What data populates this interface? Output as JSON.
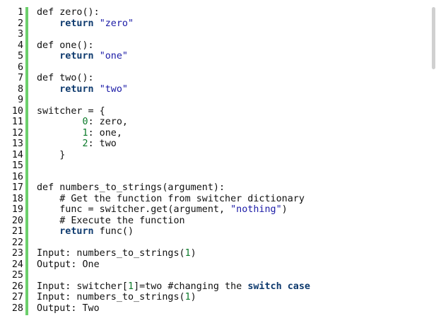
{
  "editor": {
    "line_numbers": [
      "1",
      "2",
      "3",
      "4",
      "5",
      "6",
      "7",
      "8",
      "9",
      "10",
      "11",
      "12",
      "13",
      "14",
      "15",
      "16",
      "17",
      "18",
      "19",
      "20",
      "21",
      "22",
      "23",
      "24",
      "25",
      "26",
      "27",
      "28"
    ],
    "lines": [
      [
        {
          "t": "def zero():",
          "c": ""
        }
      ],
      [
        {
          "t": "    ",
          "c": ""
        },
        {
          "t": "return",
          "c": "kw"
        },
        {
          "t": " ",
          "c": ""
        },
        {
          "t": "\"zero\"",
          "c": "str"
        }
      ],
      [],
      [
        {
          "t": "def one():",
          "c": ""
        }
      ],
      [
        {
          "t": "    ",
          "c": ""
        },
        {
          "t": "return",
          "c": "kw"
        },
        {
          "t": " ",
          "c": ""
        },
        {
          "t": "\"one\"",
          "c": "str"
        }
      ],
      [],
      [
        {
          "t": "def two():",
          "c": ""
        }
      ],
      [
        {
          "t": "    ",
          "c": ""
        },
        {
          "t": "return",
          "c": "kw"
        },
        {
          "t": " ",
          "c": ""
        },
        {
          "t": "\"two\"",
          "c": "str"
        }
      ],
      [],
      [
        {
          "t": "switcher = {",
          "c": ""
        }
      ],
      [
        {
          "t": "        ",
          "c": ""
        },
        {
          "t": "0",
          "c": "num"
        },
        {
          "t": ": zero,",
          "c": ""
        }
      ],
      [
        {
          "t": "        ",
          "c": ""
        },
        {
          "t": "1",
          "c": "num"
        },
        {
          "t": ": one,",
          "c": ""
        }
      ],
      [
        {
          "t": "        ",
          "c": ""
        },
        {
          "t": "2",
          "c": "num"
        },
        {
          "t": ": two",
          "c": ""
        }
      ],
      [
        {
          "t": "    }",
          "c": ""
        }
      ],
      [],
      [],
      [
        {
          "t": "def numbers_to_strings(argument):",
          "c": ""
        }
      ],
      [
        {
          "t": "    # Get the function from switcher dictionary",
          "c": ""
        }
      ],
      [
        {
          "t": "    func = switcher.get(argument, ",
          "c": ""
        },
        {
          "t": "\"nothing\"",
          "c": "str"
        },
        {
          "t": ")",
          "c": ""
        }
      ],
      [
        {
          "t": "    # Execute the function",
          "c": ""
        }
      ],
      [
        {
          "t": "    ",
          "c": ""
        },
        {
          "t": "return",
          "c": "kw"
        },
        {
          "t": " func()",
          "c": ""
        }
      ],
      [],
      [
        {
          "t": "Input: numbers_to_strings(",
          "c": ""
        },
        {
          "t": "1",
          "c": "num"
        },
        {
          "t": ")",
          "c": ""
        }
      ],
      [
        {
          "t": "Output: One",
          "c": ""
        }
      ],
      [],
      [
        {
          "t": "Input: switcher[",
          "c": ""
        },
        {
          "t": "1",
          "c": "num"
        },
        {
          "t": "]=two #changing the ",
          "c": ""
        },
        {
          "t": "switch",
          "c": "kw"
        },
        {
          "t": " ",
          "c": ""
        },
        {
          "t": "case",
          "c": "kw"
        }
      ],
      [
        {
          "t": "Input: numbers_to_strings(",
          "c": ""
        },
        {
          "t": "1",
          "c": "num"
        },
        {
          "t": ")",
          "c": ""
        }
      ],
      [
        {
          "t": "Output: Two",
          "c": ""
        }
      ]
    ]
  },
  "colors": {
    "gutter_bar": "#6ccf6c",
    "keyword": "#0e3a6e",
    "string": "#1a1aa6",
    "number": "#0b7a2a",
    "text": "#111111"
  }
}
